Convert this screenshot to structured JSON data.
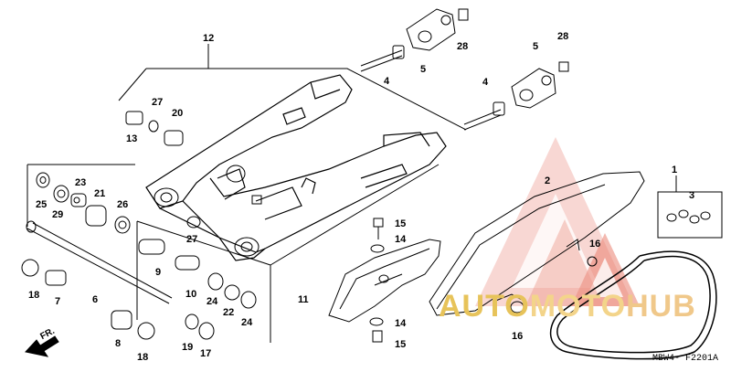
{
  "diagram": {
    "code": "MBW4- F2201A",
    "direction_label": "FR.",
    "watermark": {
      "part1": "AUTO",
      "part2": "MOTO",
      "part3": "HUB"
    },
    "callouts": {
      "c1": "1",
      "c2": "2",
      "c3": "3",
      "c4a": "4",
      "c4b": "4",
      "c5a": "5",
      "c5b": "5",
      "c6": "6",
      "c7": "7",
      "c8": "8",
      "c9": "9",
      "c10": "10",
      "c11": "11",
      "c12": "12",
      "c13": "13",
      "c14a": "14",
      "c14b": "14",
      "c15a": "15",
      "c15b": "15",
      "c16a": "16",
      "c16b": "16",
      "c17": "17",
      "c18a": "18",
      "c18b": "18",
      "c19": "19",
      "c20": "20",
      "c21": "21",
      "c22": "22",
      "c23": "23",
      "c24a": "24",
      "c24b": "24",
      "c25": "25",
      "c26": "26",
      "c27a": "27",
      "c27b": "27",
      "c28a": "28",
      "c28b": "28",
      "c29": "29"
    }
  }
}
